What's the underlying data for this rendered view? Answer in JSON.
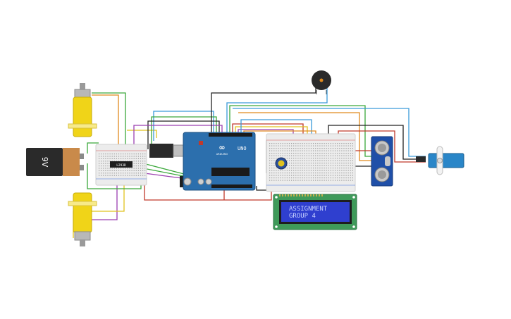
{
  "battery": {
    "label": "9V",
    "color_body": "#2a2a2a",
    "color_cap": "#c98a4a"
  },
  "arduino": {
    "board_label": "UNO",
    "brand_label": "ARDUINO",
    "color": "#2c6fad"
  },
  "motor_driver": {
    "label": "L293D"
  },
  "lcd": {
    "line1": "ASSIGNMENT",
    "line2": "GROUP 4",
    "bezel": "#3f9a5a",
    "screen": "#2f3fcf",
    "text_color": "#c8d2ff"
  },
  "potentiometer": {
    "name": "potentiometer"
  },
  "buzzer": {
    "name": "piezo-buzzer"
  },
  "ultrasonic": {
    "name": "ultrasonic-sensor",
    "color": "#1f4fa8"
  },
  "servo": {
    "name": "micro-servo",
    "color": "#2a86c8"
  },
  "motors": [
    {
      "name": "dc-motor-top"
    },
    {
      "name": "dc-motor-bottom"
    }
  ],
  "colors": {
    "wire_red": "#c0392b",
    "wire_black": "#222222",
    "wire_green": "#3aa83a",
    "wire_blue": "#3a9ad9",
    "wire_orange": "#e08a1e",
    "wire_purple": "#9b3fb0",
    "wire_yellow": "#e0c21e",
    "wire_teal": "#2aa7a0",
    "breadboard": "#ececec"
  }
}
